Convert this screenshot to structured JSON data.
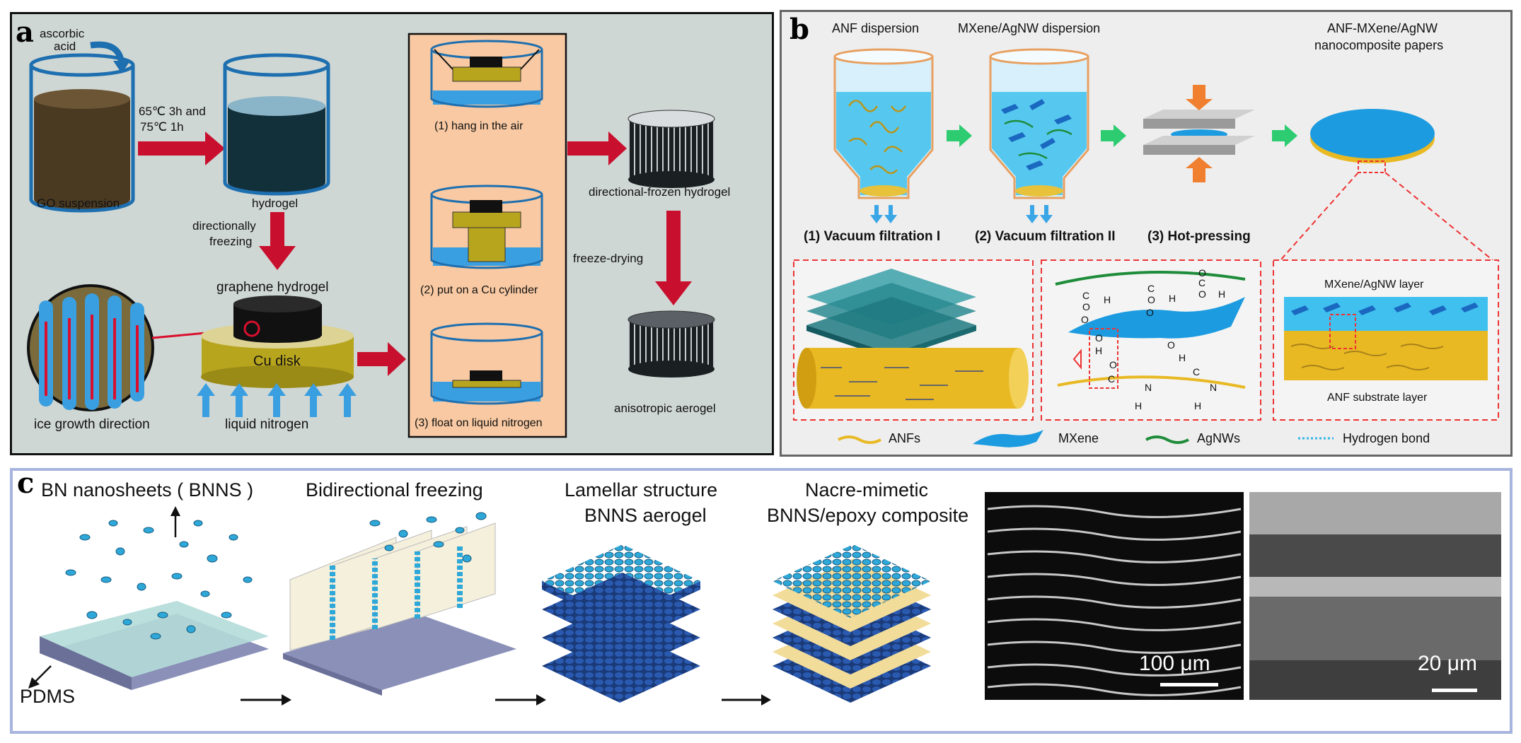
{
  "panel_a": {
    "letter": "a",
    "ascorbic_acid_1": "ascorbic",
    "ascorbic_acid_2": "acid",
    "condition_1": "65℃ 3h and",
    "condition_2": "75℃ 1h",
    "go_suspension": "GO suspension",
    "hydrogel": "hydrogel",
    "directional_freezing_1": "directionally",
    "directional_freezing_2": "freezing",
    "graphene_hydrogel": "graphene hydrogel",
    "cu_disk": "Cu disk",
    "ice_growth": "ice growth direction",
    "liquid_nitrogen": "liquid nitrogen",
    "option_1": "(1) hang in the air",
    "option_2": "(2) put  on a Cu cylinder",
    "option_3": "(3) float on liquid nitrogen",
    "frozen_hydrogel": "directional-frozen hydrogel",
    "freeze_drying": "freeze-drying",
    "aerogel": "anisotropic aerogel"
  },
  "panel_b": {
    "letter": "b",
    "anf_dispersion": "ANF dispersion",
    "mxene_dispersion": "MXene/AgNW dispersion",
    "product_1": "ANF-MXene/AgNW",
    "product_2": "nanocomposite papers",
    "step_1": "(1)  Vacuum filtration I",
    "step_2": "(2)  Vacuum filtration II",
    "step_3": "(3)  Hot-pressing",
    "layer_top": "MXene/AgNW layer",
    "layer_bottom": "ANF substrate layer",
    "atoms": [
      "C",
      "O",
      "O",
      "H",
      "C",
      "O",
      "O",
      "H",
      "C",
      "O",
      "O",
      "H",
      "O",
      "H",
      "O",
      "H",
      "O",
      "C",
      "N",
      "H",
      "C",
      "N",
      "H"
    ],
    "legend": [
      "ANFs",
      "MXene",
      "AgNWs",
      "Hydrogen bond"
    ],
    "colors": {
      "mxene": "#1d9be0",
      "anf": "#e8b923",
      "agnw": "#1e8c3a",
      "hbond": "#33b5e5",
      "arrow": "#2ecc71",
      "press": "#f08030"
    }
  },
  "panel_c": {
    "letter": "c",
    "title_1": "BN nanosheets ( BNNS )",
    "title_2": "Bidirectional freezing",
    "title_3a": "Lamellar structure",
    "title_3b": "BNNS aerogel",
    "title_4a": "Nacre-mimetic",
    "title_4b": "BNNS/epoxy composite",
    "pdms": "PDMS",
    "scale_1": "100 μm",
    "scale_2": "20 μm"
  },
  "colors": {
    "panel_a_bg": "#cfd7d4",
    "inset_bg": "#f8c9a2",
    "red_arrow": "#c8102e",
    "panel_c_border": "#a7b4dd"
  }
}
